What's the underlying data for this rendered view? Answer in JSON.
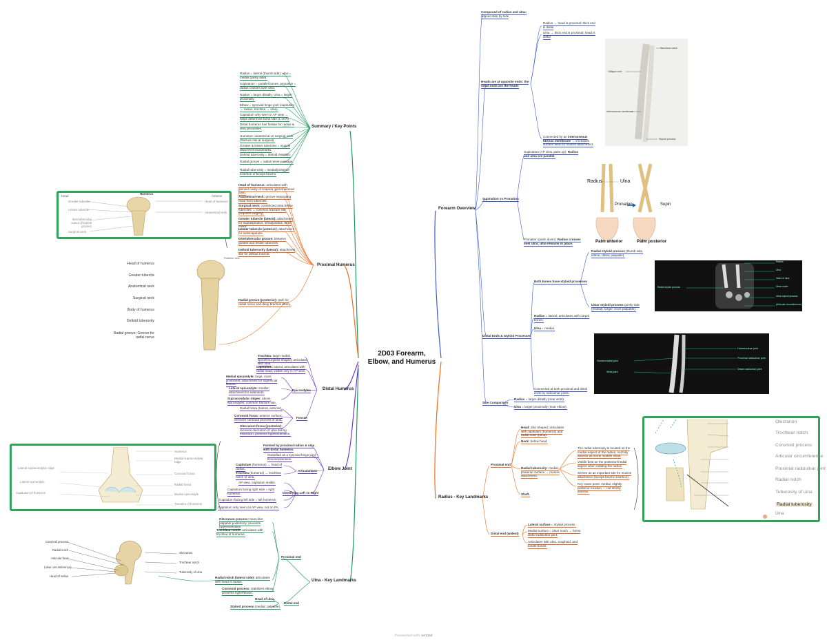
{
  "center_title_line1": "2D03 Forearm,",
  "center_title_line2": "Elbow, and Humerus",
  "footer": {
    "prefix": "Presented with",
    "brand": "xmind"
  },
  "colors": {
    "green": "#1a9a5a",
    "orange": "#f06a1a",
    "purple": "#6a3ad0",
    "blue": "#3a5ad8",
    "darkgreen": "#2e8b3a",
    "frame": "#2ea55a"
  },
  "summary": {
    "title": "Summary / Key Points",
    "items": [
      "Radius = lateral (thumb side); ulna = medial (pinky side).",
      "Supination = parallel bones; pronation = radius crosses over ulna.",
      "Radius = larger distally; Ulna = larger proximally.",
      "Elbow = synovial hinge joint (capitulum → radius, trochlea → ulna).",
      "Capitulum only seen in AP view → helps determine bone side (L vs R).",
      "Distal humerus has fossae for radius & ulna processes.",
      "Humerus: anatomical vs surgical neck (fracture risk at surgical).",
      "Greater & lesser tubercles = muscle attachment landmarks.",
      "Deltoid tuberosity = deltoid insertion.",
      "Radial groove = radial nerve passage.",
      "Radial tuberosity = medial/posterior insertion of biceps brachii."
    ]
  },
  "proximal_humerus": {
    "title": "Proximal Humerus",
    "items": [
      {
        "b": "Head of humerus:",
        "t": " articulates with glenoid cavity of scapula (glenohumeral joint)."
      },
      {
        "b": "Anatomical neck:",
        "t": " groove separating head from tubercles."
      },
      {
        "b": "Surgical neck:",
        "t": " constricted area below tubercles → common fracture site (requires surgery)."
      },
      {
        "b": "Greater tubercle (lateral):",
        "t": " attachment for supraspinatus, infraspinatus, teres minor."
      },
      {
        "b": "Lesser tubercle (anterior):",
        "t": " attachment for subscapularis."
      },
      {
        "b": "Intertubercular groove:",
        "t": " between greater and lesser tubercles."
      },
      {
        "b": "Deltoid tuberosity (lateral):",
        "t": " attachment site for deltoid muscle."
      },
      {
        "b": "Radial groove (posterior):",
        "t": " path for radial nerve and deep brachial artery."
      }
    ],
    "fig1": {
      "title": "Humerus",
      "tag_left": "Head",
      "tag_right": "Anterior",
      "labels_left": [
        "Greater tubercle",
        "Lesser tubercle",
        "Intertubercular sulcus (bicipital groove)",
        "Surgical neck"
      ],
      "labels_right": [
        "Head of humerus",
        "Anatomical neck"
      ]
    },
    "fig2": {
      "tag": "Posterior view",
      "labels": [
        "Head of humerus",
        "Greater tubercle",
        "Anatomical neck",
        "Surgical neck",
        "Body of humerus",
        "Deltoid tuberosity",
        "Radial groove; Groove for radial nerve"
      ]
    }
  },
  "distal_humerus": {
    "title": "Distal Humerus",
    "items": [
      {
        "b": "Trochlea:",
        "t": " large medial, spool/hourglass-shaped; articulates with ulna."
      },
      {
        "b": "Capitulum:",
        "t": " lateral; articulates with radial head; visible only in AP view."
      }
    ],
    "epicondyles": {
      "title": "Epicondyles",
      "items": [
        {
          "b": "Medial epicondyle:",
          "t": " large, more prominent; attachment for superficial flexors."
        },
        {
          "b": "Lateral epicondyle:",
          "t": " smaller; attachment for extensors."
        },
        {
          "b": "Supracondylar ridges:",
          "t": " above epicondyles; common fracture site."
        }
      ]
    },
    "fossae": {
      "title": "Fossae",
      "items": [
        {
          "b": "",
          "t": "Radial fossa (lateral, anterior)."
        },
        {
          "b": "Coronoid fossa:",
          "t": " anterior surface; receives coronoid process of ulna."
        },
        {
          "b": "Olecranon fossa (posterior):",
          "t": " receives olecranon of ulna during extension; prevents hyperextension."
        }
      ]
    }
  },
  "elbow_joint": {
    "title": "Elbow Joint",
    "items": [
      {
        "b": "Formed by proximal radius & ulna with distal humerus.",
        "t": ""
      },
      {
        "b": "",
        "t": "Classified as a synovial hinge joint – flexion/extension."
      }
    ],
    "articulations": {
      "title": "Articulations",
      "items": [
        {
          "b": "Capitulum",
          "t": " (humerus) → head of radius."
        },
        {
          "b": "Trochlea",
          "t": " (humerus) → trochlear notch of ulna."
        }
      ]
    },
    "identifying": {
      "title": "Identifying Left vs Right",
      "items": [
        {
          "b": "",
          "t": "AP view: capitulum visible."
        },
        {
          "b": "",
          "t": "Capitulum facing right side = right humerus."
        },
        {
          "b": "",
          "t": "Capitulum facing left side = left humerus."
        },
        {
          "b": "",
          "t": "Capitulum only seen on AP view, not on PA."
        }
      ]
    },
    "fig": {
      "labels_left": [
        "Lateral supracondylar ridge",
        "Lateral epicondyle",
        "Capitulum of humerus"
      ],
      "labels_right": [
        "Humerus",
        "Medial supracondylar ridge",
        "Coronoid fossa",
        "Radial fossa",
        "Medial epicondyle",
        "Trochlea of humerus"
      ]
    }
  },
  "ulna_landmarks": {
    "title": "Ulna - Key Landmarks",
    "proximal": {
      "title": "Proximal end",
      "items": [
        {
          "b": "Olecranon process:",
          "t": " bean-like; palpable posteriorly; prevents hyperextension."
        },
        {
          "b": "Trochlear notch:",
          "t": " articulates with trochlea of humerus."
        },
        {
          "b": "Radial notch (lateral side):",
          "t": " articulates with head of radius."
        },
        {
          "b": "Coronoid process:",
          "t": " stabilizes elbow; prevents hyperflexion."
        }
      ]
    },
    "distal": {
      "title": "Distal end",
      "items": [
        {
          "b": "Head of ulna.",
          "t": ""
        },
        {
          "b": "Styloid process",
          "t": " (medial; palpable)."
        }
      ]
    },
    "fig": {
      "labels_left": [
        "Coronoid process",
        "Radial notch",
        "Articular facet",
        "(ulnar circumference)",
        "Head of radius"
      ],
      "labels_right": [
        "Olecranon",
        "Trochlear notch",
        "Tuberosity of ulna"
      ]
    }
  },
  "forearm_overview": {
    "title": "Forearm Overview",
    "composed": {
      "b": "Composed of radius and ulna;",
      "t": " aligned side by side"
    },
    "heads": {
      "title": "Heads are at opposite ends: the small ends are the heads",
      "items": [
        "Radius → head is proximal; thick end is distal",
        "Ulna → thick end is proximal; head is distal"
      ],
      "membrane": {
        "pre": "Connected by an ",
        "b": "interosseous fibrous membrane",
        "post": " → increases surface area for muscle attachment."
      },
      "fig": {
        "labels": [
          "Trochlear notch",
          "Oblique cord",
          "Interosseous membrane",
          "Styloid process"
        ]
      }
    },
    "supination": {
      "title": "Supination vs Pronation",
      "items": [
        {
          "pre": "Supination (AP view, palm up): ",
          "b": "Radius and ulna are parallel."
        },
        {
          "pre": "Pronation (palm down): ",
          "b": "Radius crosses over ulna; ulna remains in place."
        }
      ],
      "fig": {
        "radius": "Radius",
        "ulna": "Ulna",
        "pronation": "Pronation",
        "supin": "Supin",
        "palm_anterior": "Palm anterior",
        "palm_posterior": "Palm posterior"
      }
    },
    "distal_styloid": {
      "title": "Distal Ends & Styloid Processes",
      "both": "Both bones have styloid processes",
      "radial": {
        "b": "Radial styloid process",
        "t": " (thumb side, lateral, distal; palpable)."
      },
      "ulnar": {
        "b": "Ulnar styloid process",
        "t": " (pinky side (medial), larger, more palpable)."
      },
      "radius": {
        "b": "Radius",
        "t": " = lateral; articulates with carpal bones."
      },
      "ulna": {
        "b": "Ulna",
        "t": " = medial."
      },
      "connected": "Connected at both proximal and distal ends by radioulnar joints.",
      "xray1": {
        "left": "Radial styloid process",
        "right": [
          "Radius",
          "Ulna",
          "Head of ulna",
          "Ulnar notch",
          "Ulnar styloid process",
          "(Articular circumference)"
        ]
      },
      "xray2": {
        "left": [
          "Humeroradial joint",
          "Wrist joint"
        ],
        "right": [
          "Humeroulnar joint",
          "Proximal radioulnar joint",
          "Distal radioulnar joint"
        ]
      }
    },
    "size": {
      "title": "Size Comparison",
      "items": [
        {
          "b": "Radius",
          "t": " = larger distally (near wrist)."
        },
        {
          "b": "Ulna",
          "t": " = larger proximally (near elbow)."
        }
      ]
    }
  },
  "radius_landmarks": {
    "title": "Radius - Key Landmarks",
    "proximal": {
      "title": "Proximal end",
      "items": [
        {
          "b": "Head:",
          "t": " disc-shaped; articulates with capitulum (humerus) and radial notch (ulna)."
        },
        {
          "b": "Neck:",
          "t": " below head."
        },
        {
          "b": "Radial tuberosity:",
          "t": " medial, posterior surface → muscle attachment."
        },
        {
          "b": "Shaft.",
          "t": ""
        }
      ],
      "tuberosity_notes": [
        "The radial tuberosity is located on the medial aspect of the radius, not fully anterior as some models show.",
        "Visible best on the posterior/medial aspect when rotating the radius.",
        "Serves as an important site for muscle attachment (biceps brachii insertion).",
        "Key exam point: medial, slightly posterior location — not strictly anterior."
      ]
    },
    "distal": {
      "title": "Distal end (widest)",
      "items": [
        {
          "b": "Lateral surface",
          "t": " = styloid process."
        },
        {
          "b": "",
          "t": "Medial surface = ulnar notch → forms distal radioulnar joint."
        },
        {
          "b": "",
          "t": "Articulates with ulna, scaphoid, and lunate bones."
        }
      ]
    },
    "fig": {
      "labels": [
        "Olecranon",
        "Trochlear notch",
        "Coronoid process",
        "Articular circumference",
        "Proximal radioulnar joint",
        "Radial notch",
        "Tuberosity of ulna",
        "Radial tuberosity",
        "Ulna"
      ]
    }
  }
}
